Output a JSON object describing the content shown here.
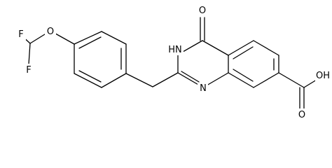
{
  "molecule": {
    "atoms": {
      "F_top": "F",
      "F_bottom": "F",
      "O_ether": "O",
      "NH": "HN",
      "N_ring": "N",
      "O_keto": "O",
      "O_acid_double": "O",
      "OH": "OH"
    },
    "colors": {
      "line": "#000000",
      "background": "#ffffff"
    }
  }
}
